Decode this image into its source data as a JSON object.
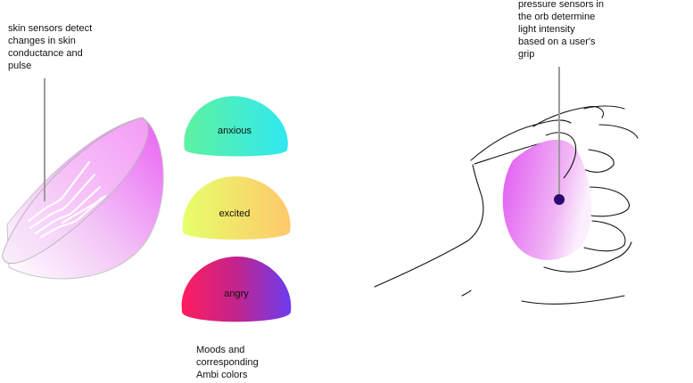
{
  "annotations": {
    "skin_sensors": "skin sensors detect\nchanges in skin\nconductance and\npulse",
    "pressure_sensors": "pressure sensors in\nthe orb determine\nlight intensity\nbased on a user's\ngrip",
    "moods_caption": "Moods and\ncorresponding\nAmbi colors"
  },
  "moods": [
    {
      "label": "anxious",
      "colors": [
        "#5ef2a0",
        "#2fe8f0"
      ]
    },
    {
      "label": "excited",
      "colors": [
        "#e6ff6a",
        "#ffc86a"
      ]
    },
    {
      "label": "angry",
      "colors": [
        "#ff1d5e",
        "#c2248c",
        "#6a3cf0"
      ]
    }
  ],
  "colors": {
    "orb_magenta": "#e860f5",
    "orb_light": "#f7e6fb",
    "sensor_dot": "#2a0a6e",
    "pointer_line": "#9a9a9a"
  }
}
